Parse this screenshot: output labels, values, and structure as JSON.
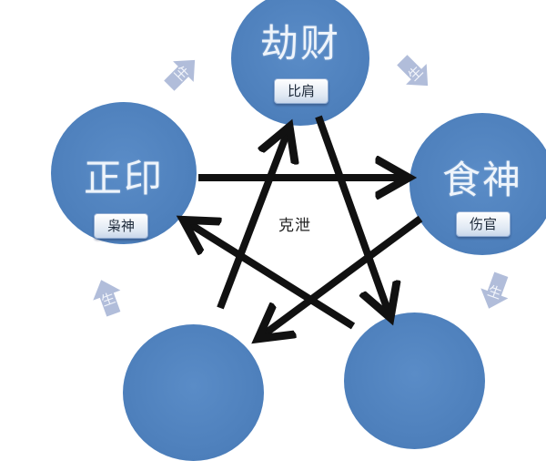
{
  "diagram": {
    "center_label": "克泄",
    "nodes": [
      {
        "id": "top",
        "title": "劫财",
        "sub": "比肩"
      },
      {
        "id": "left",
        "title": "正印",
        "sub": "枭神"
      },
      {
        "id": "right",
        "title": "食神",
        "sub": "伤官"
      },
      {
        "id": "bottom-left",
        "title": "",
        "sub": ""
      },
      {
        "id": "bottom-right",
        "title": "",
        "sub": ""
      }
    ],
    "generation_arrows": [
      {
        "position": "top-left",
        "label": "生"
      },
      {
        "position": "top-right",
        "label": "生"
      },
      {
        "position": "bottom-left",
        "label": "生"
      },
      {
        "position": "bottom-right",
        "label": "生"
      }
    ],
    "colors": {
      "node_fill": "#4f81bd",
      "node_text": "#eef4fb",
      "arrow_black": "#111111",
      "gen_arrow": "#a9b6d6"
    }
  }
}
